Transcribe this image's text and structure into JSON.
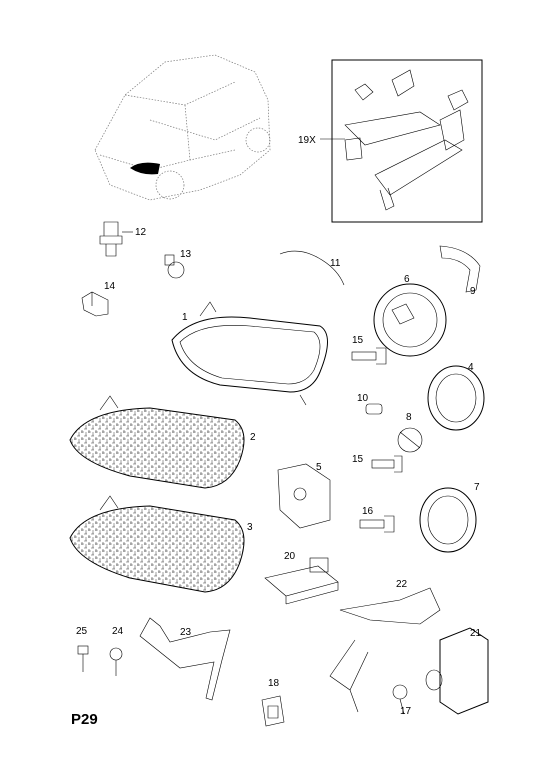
{
  "page_code": "P29",
  "callouts": {
    "c1": "1",
    "c2": "2",
    "c3": "3",
    "c4": "4",
    "c5": "5",
    "c6": "6",
    "c7": "7",
    "c8": "8",
    "c9": "9",
    "c10": "10",
    "c11": "11",
    "c12": "12",
    "c13": "13",
    "c14": "14",
    "c15a": "15",
    "c15b": "15",
    "c16": "16",
    "c17": "17",
    "c18": "18",
    "c19x": "19X",
    "c20": "20",
    "c21": "21",
    "c22": "22",
    "c23": "23",
    "c24": "24",
    "c25": "25"
  }
}
